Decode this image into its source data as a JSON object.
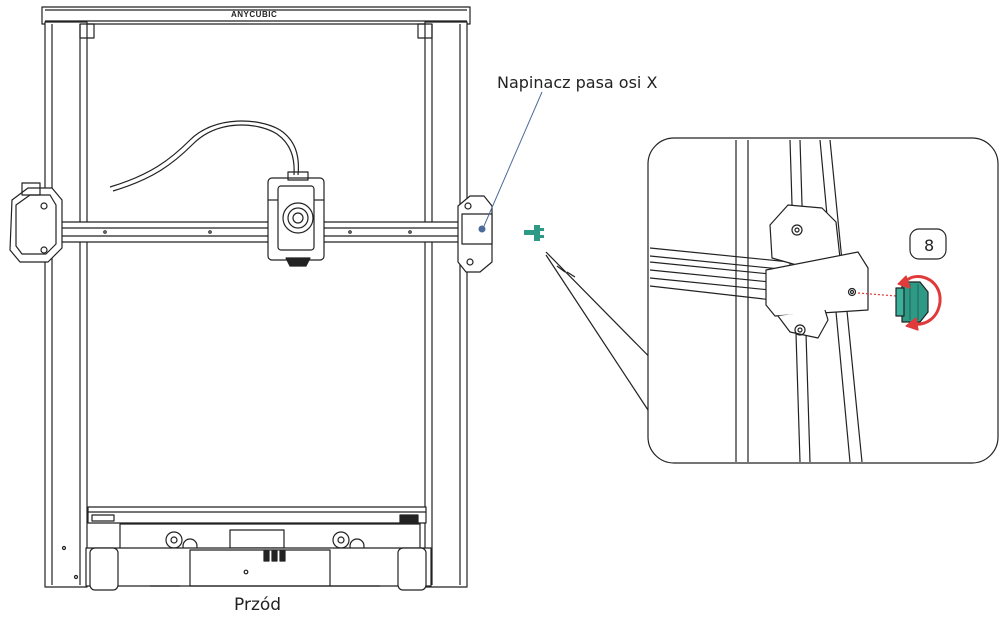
{
  "brand_label": "ANYCUBIC",
  "callout_label": "Napinacz pasa osi X",
  "front_label": "Przód",
  "step_number": "8",
  "colors": {
    "line": "#222222",
    "knob_green": "#2e9a86",
    "highlight_blue": "#4d6b9a",
    "rotation_red": "#e03a3a"
  },
  "icons": [
    "belt-tensioner-knob-icon",
    "rotation-arrow-icon"
  ]
}
